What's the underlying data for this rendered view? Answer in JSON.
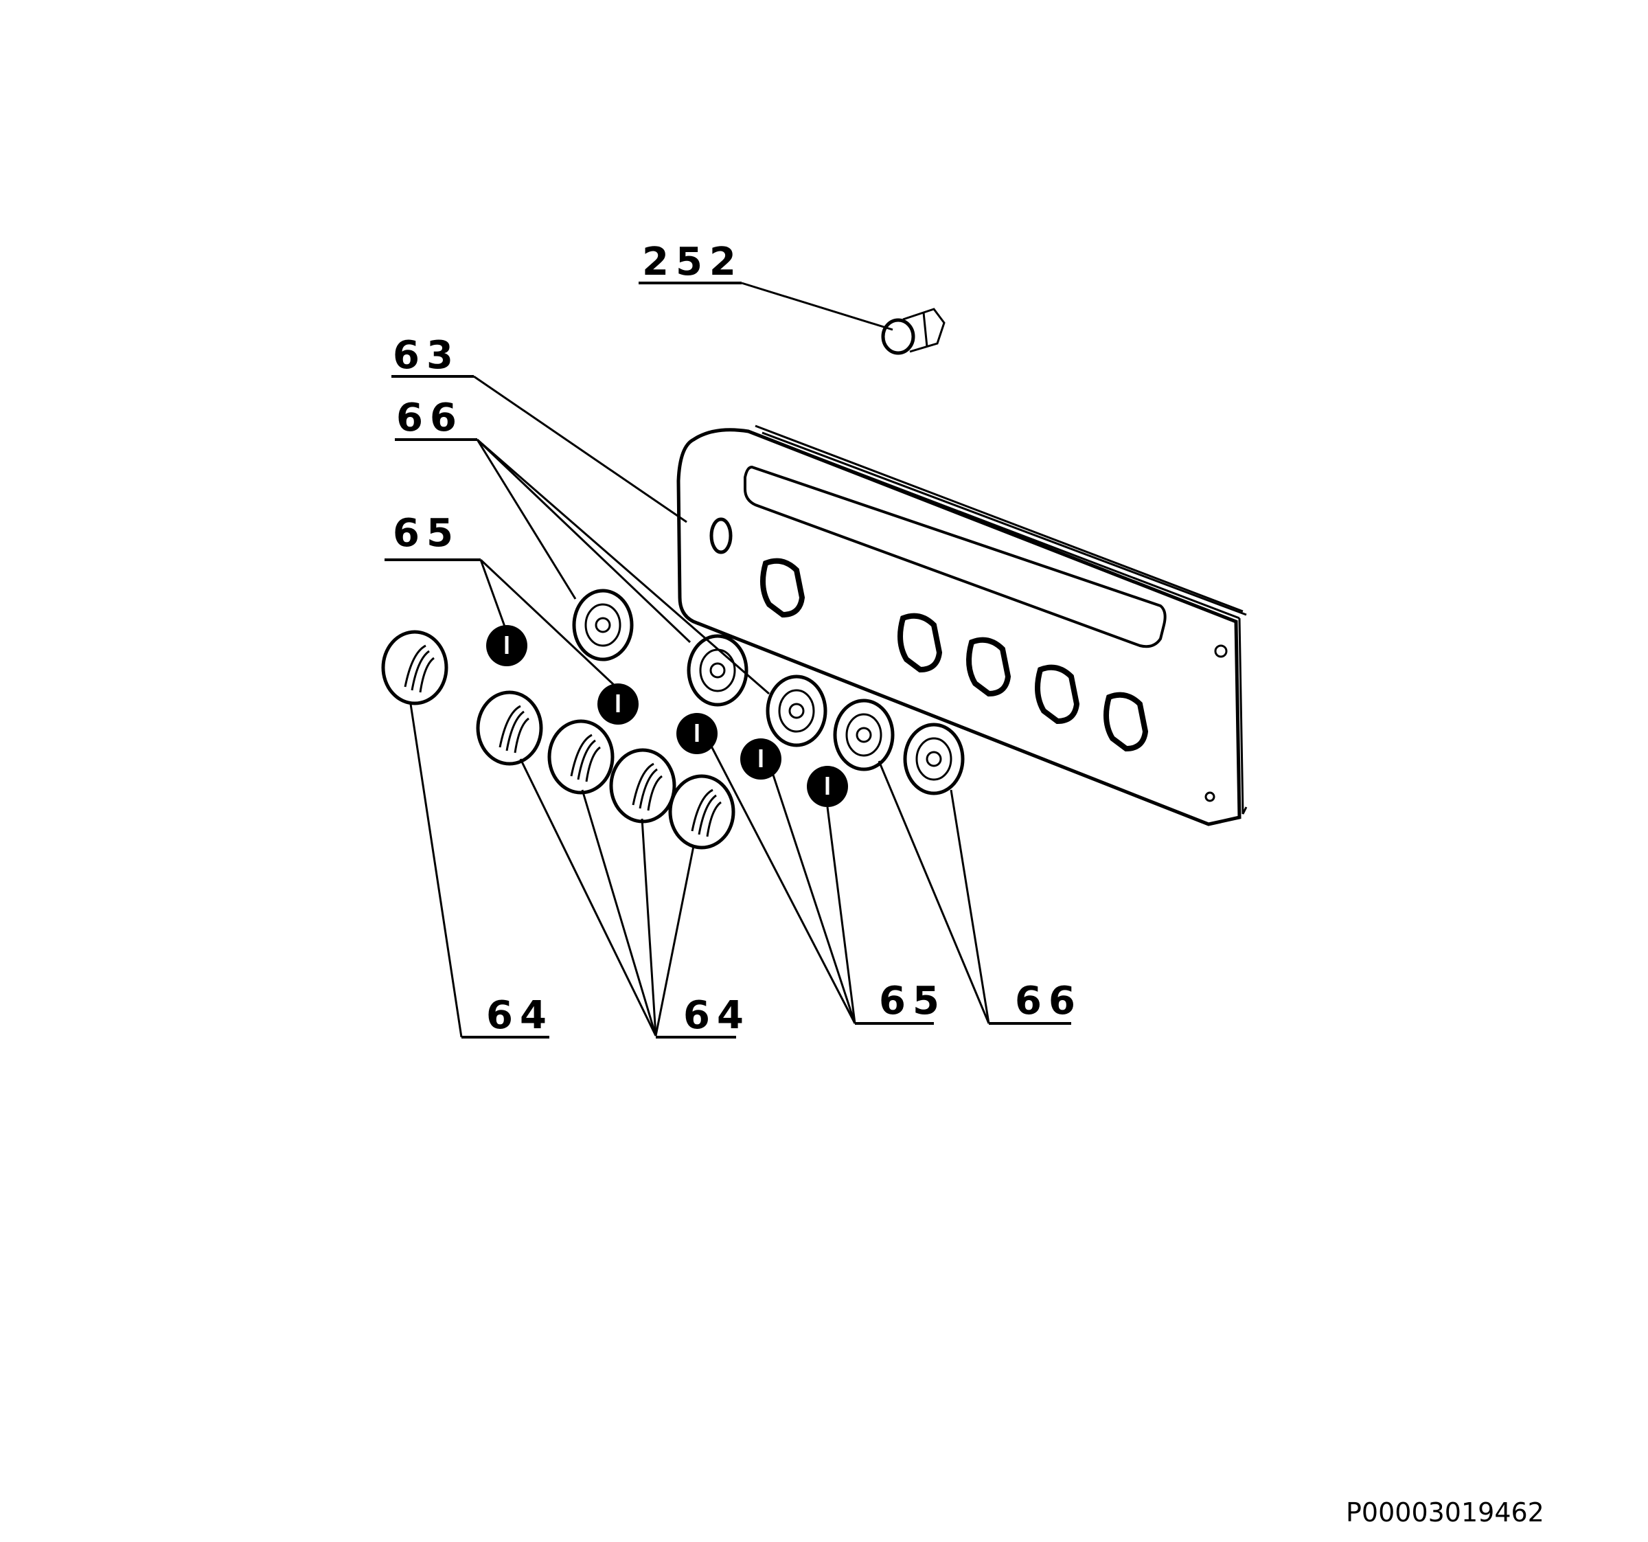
{
  "diagram": {
    "callouts": {
      "c252": "252",
      "c63": "63",
      "c66_top": "66",
      "c65_top": "65",
      "c64_left": "64",
      "c64_mid": "64",
      "c65_bottom": "65",
      "c66_bottom": "66"
    },
    "drawing_id": "P00003019462"
  }
}
